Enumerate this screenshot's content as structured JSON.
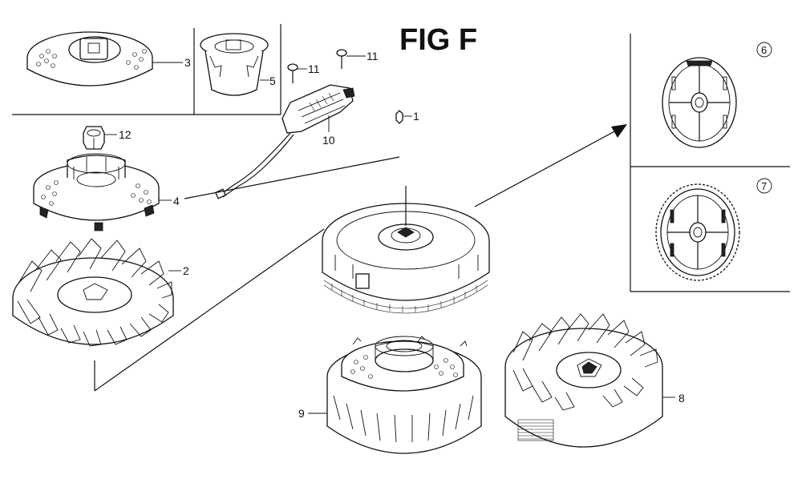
{
  "figure": {
    "title": "FIG F"
  },
  "callouts": {
    "c1": "1",
    "c2": "2",
    "c3": "3",
    "c4": "4",
    "c5": "5",
    "c8": "8",
    "c9": "9",
    "c10": "10",
    "c11a": "11",
    "c11b": "11",
    "c12": "12"
  },
  "variants": {
    "v6": "6",
    "v7": "7"
  },
  "colors": {
    "line": "#111111",
    "background": "#ffffff"
  }
}
